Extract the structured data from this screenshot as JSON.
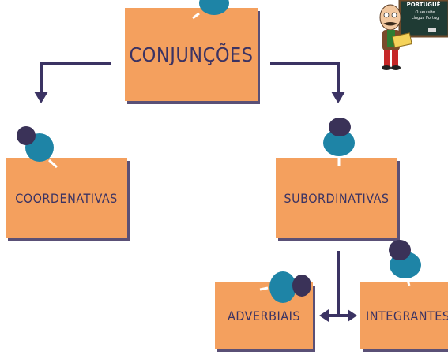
{
  "diagram": {
    "root": "CONJUNÇÕES",
    "left_child": "COORDENATIVAS",
    "right_child": "SUBORDINATIVAS",
    "right_leaf_1": "ADVERBIAIS",
    "right_leaf_2": "INTEGRANTES"
  },
  "mascot": {
    "board_title": "PORTUGUÊ",
    "board_line_1": "O seu site",
    "board_line_2": "Língua Portug"
  },
  "colors": {
    "note": "#f4a05e",
    "ink": "#3b3363",
    "pin_teal": "#1e84a6",
    "pin_dark": "#3a3258"
  }
}
